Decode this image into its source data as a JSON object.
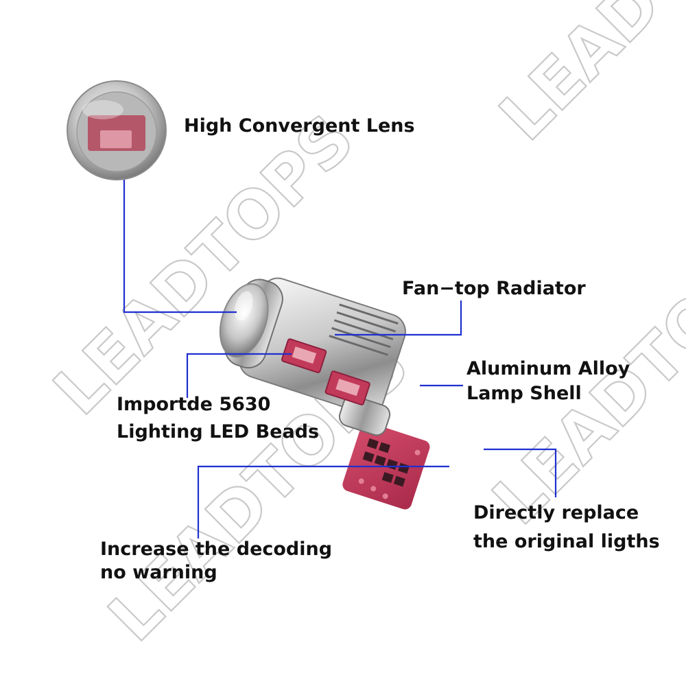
{
  "watermark": "LEADTOPS",
  "colors": {
    "leader": "#1f2fd0",
    "label_text": "#111111",
    "watermark_stroke": "#c9c9c9",
    "led_body": "#c23a5a",
    "led_dark": "#8e1f3d",
    "shell_light": "#f2f2f2",
    "shell_dark": "#7a7a7a"
  },
  "callouts": {
    "lens": {
      "lines": [
        "High Convergent Lens"
      ],
      "icon": "lens-icon"
    },
    "radiator": {
      "lines": [
        "Fan−top Radiator"
      ]
    },
    "shell": {
      "lines": [
        "Aluminum Alloy",
        "Lamp Shell"
      ]
    },
    "beads": {
      "lines": [
        "Importde 5630",
        "Lighting LED Beads"
      ]
    },
    "replace": {
      "lines": [
        "Directly replace",
        "the original ligths"
      ]
    },
    "decoding": {
      "lines": [
        "Increase the decoding",
        "no warning"
      ]
    }
  }
}
